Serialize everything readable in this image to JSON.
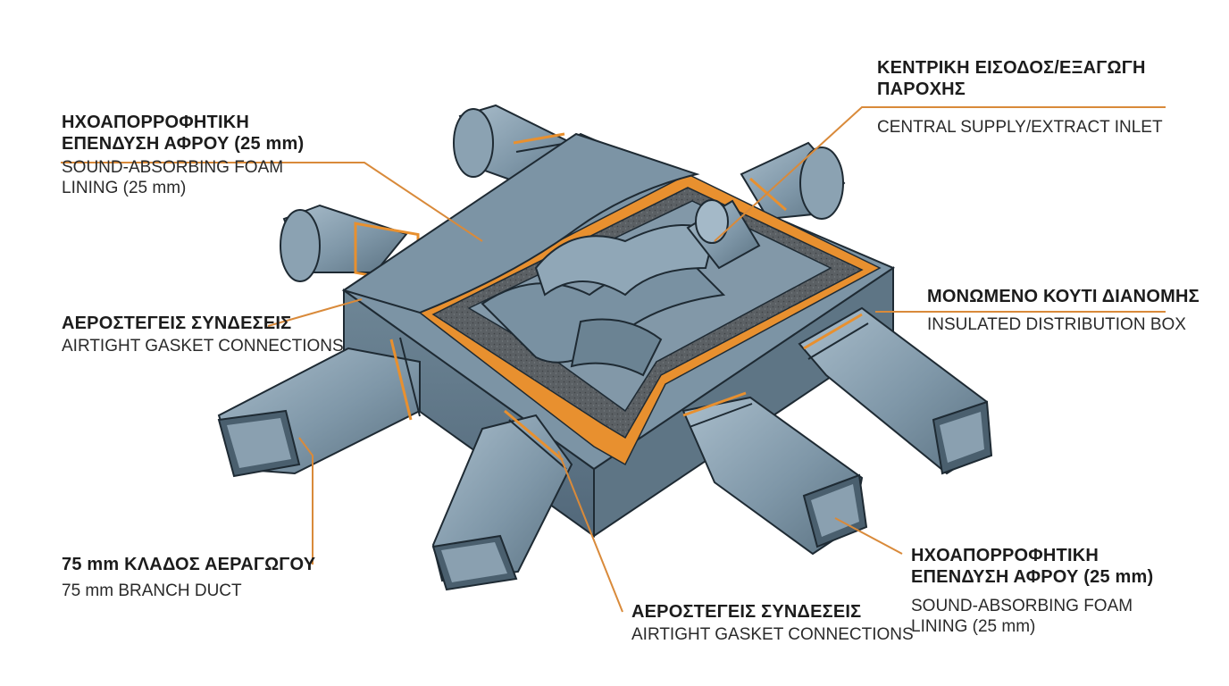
{
  "colors": {
    "duct": "#7d95a6",
    "duct_dark": "#4f6575",
    "duct_light": "#a7bccb",
    "foam_lining": "#e8902f",
    "foam_interior": "#5a5f63",
    "leader": "#d98a3a",
    "outline": "#1e2a33"
  },
  "labels": {
    "foam_top": {
      "gr": "ΗΧΟΑΠΟΡΡΟΦΗΤΙΚΗ\nΕΠΕΝΔΥΣΗ ΑΦΡΟΥ (25 mm)",
      "en": "SOUND-ABSORBING FOAM\nLINING (25 mm)"
    },
    "central": {
      "gr": "ΚΕΝΤΡΙΚΗ ΕΙΣΟΔΟΣ/ΕΞΑΓΩΓΗ\nΠΑΡΟΧΗΣ",
      "en": "CENTRAL SUPPLY/EXTRACT INLET"
    },
    "gasket_left": {
      "gr": "ΑΕΡΟΣΤΕΓΕΙΣ ΣΥΝΔΕΣΕΙΣ",
      "en": "AIRTIGHT GASKET CONNECTIONS"
    },
    "insulated": {
      "gr": "ΜΟΝΩΜΕΝΟ ΚΟΥΤΙ ΔΙΑΝΟΜΗΣ",
      "en": "INSULATED DISTRIBUTION BOX"
    },
    "branch": {
      "gr": "75 mm ΚΛΑΔΟΣ ΑΕΡΑΓΩΓΟΥ",
      "en": "75 mm BRANCH DUCT"
    },
    "gasket_bottom": {
      "gr": "ΑΕΡΟΣΤΕΓΕΙΣ ΣΥΝΔΕΣΕΙΣ",
      "en": "AIRTIGHT GASKET CONNECTIONS"
    },
    "foam_bottom": {
      "gr": "ΗΧΟΑΠΟΡΡΟΦΗΤΙΚΗ\nΕΠΕΝΔΥΣΗ ΑΦΡΟΥ (25 mm)",
      "en": "SOUND-ABSORBING FOAM\nLINING (25 mm)"
    }
  }
}
